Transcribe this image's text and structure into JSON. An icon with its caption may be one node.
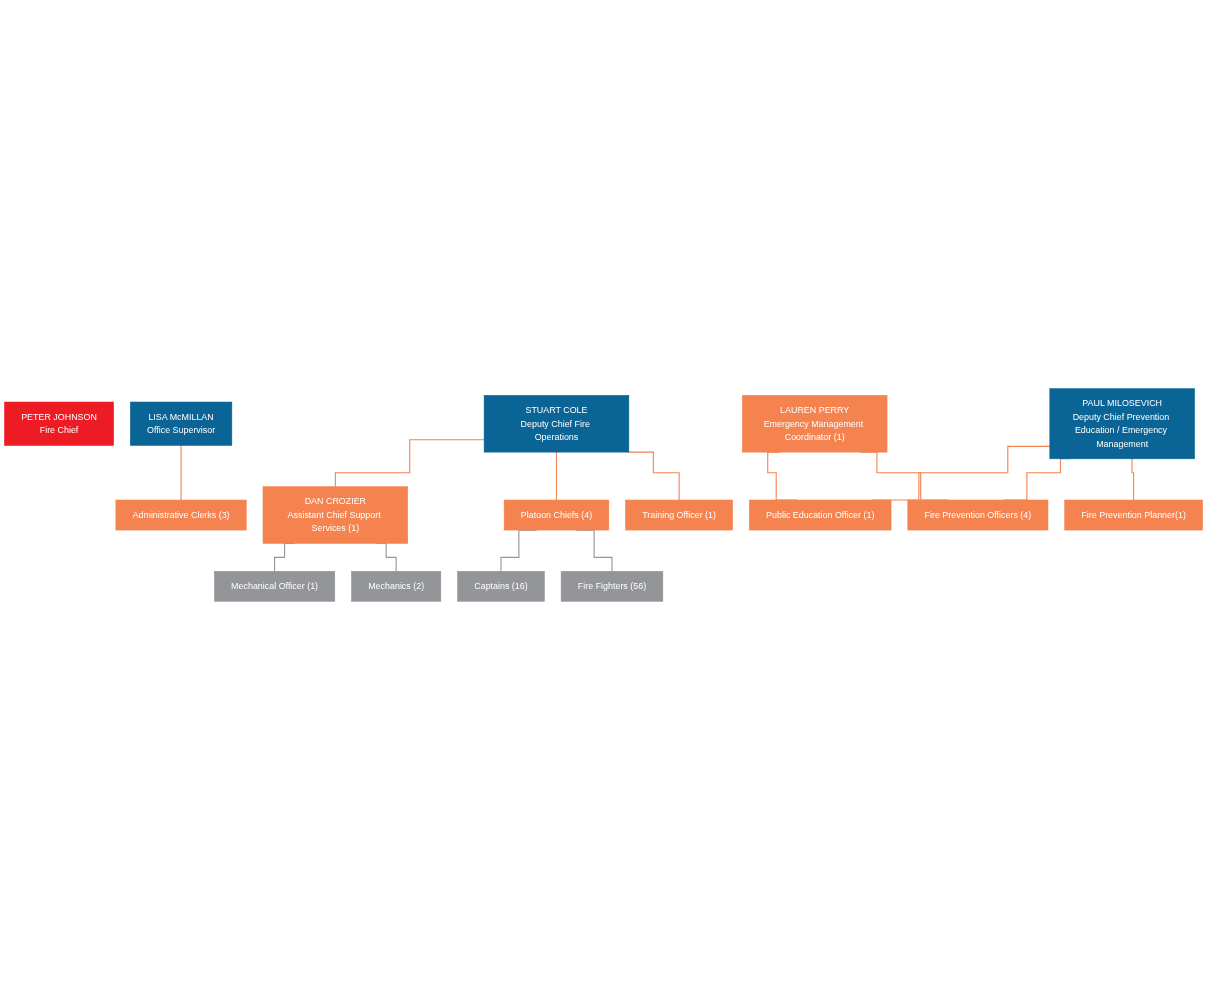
{
  "diagram": {
    "nodes": [
      {
        "text": [
          "PETER JOHNSON",
          "Fire Chief"
        ]
      },
      {
        "text": [
          "LISA McMILLAN",
          "Office Supervisor"
        ]
      },
      {
        "text": [
          "STUART COLE",
          "Deputy Chief Fire Operations"
        ]
      },
      {
        "text": [
          "PAUL MILOSEVICH",
          "Deputy Chief Prevention Education / Emergency Management"
        ]
      },
      {
        "text": [
          "Administrative Clerks (3)"
        ]
      },
      {
        "text": [
          "DAN CROZIER",
          "Assistant Chief Support Services (1)"
        ]
      },
      {
        "text": [
          "LAUREN PERRY",
          "Emergency Management Coordinator (1)"
        ]
      },
      {
        "text": [
          "Mechanical Officer (1)"
        ]
      },
      {
        "text": [
          "Platoon Chiefs (4)"
        ]
      },
      {
        "text": [
          "Public Education Officer (1)"
        ]
      },
      {
        "text": [
          "Mechanics (2)"
        ]
      },
      {
        "text": [
          "Training Officer (1)"
        ]
      },
      {
        "text": [
          "Fire Prevention Officers (4)"
        ]
      },
      {
        "text": [
          "Captains (16)"
        ]
      },
      {
        "text": [
          "Fire Prevention Planner(1)"
        ]
      },
      {
        "text": [
          "Fire Fighters (56)"
        ]
      }
    ],
    "edges": [
      {
        "from": 1,
        "to": 4,
        "arrow": "none"
      },
      {
        "from": 2,
        "to": 5,
        "arrow": "none"
      },
      {
        "from": 2,
        "to": 8,
        "arrow": "none"
      },
      {
        "from": 2,
        "to": 11,
        "arrow": "none"
      },
      {
        "from": 5,
        "to": 7,
        "arrow": "none",
        "color": "#939598"
      },
      {
        "from": 5,
        "to": 10,
        "arrow": "none",
        "color": "#939598"
      },
      {
        "from": 8,
        "to": 13,
        "arrow": "none",
        "color": "#939598"
      },
      {
        "from": 8,
        "to": 15,
        "arrow": "none",
        "color": "#939598"
      },
      {
        "from": 3,
        "to": 9,
        "arrow": "none"
      },
      {
        "from": 3,
        "to": 12,
        "arrow": "none"
      },
      {
        "from": 3,
        "to": 14,
        "arrow": "none"
      },
      {
        "from": 6,
        "to": 9,
        "arrow": "none"
      },
      {
        "from": 6,
        "to": 12,
        "arrow": "none"
      }
    ]
  }
}
